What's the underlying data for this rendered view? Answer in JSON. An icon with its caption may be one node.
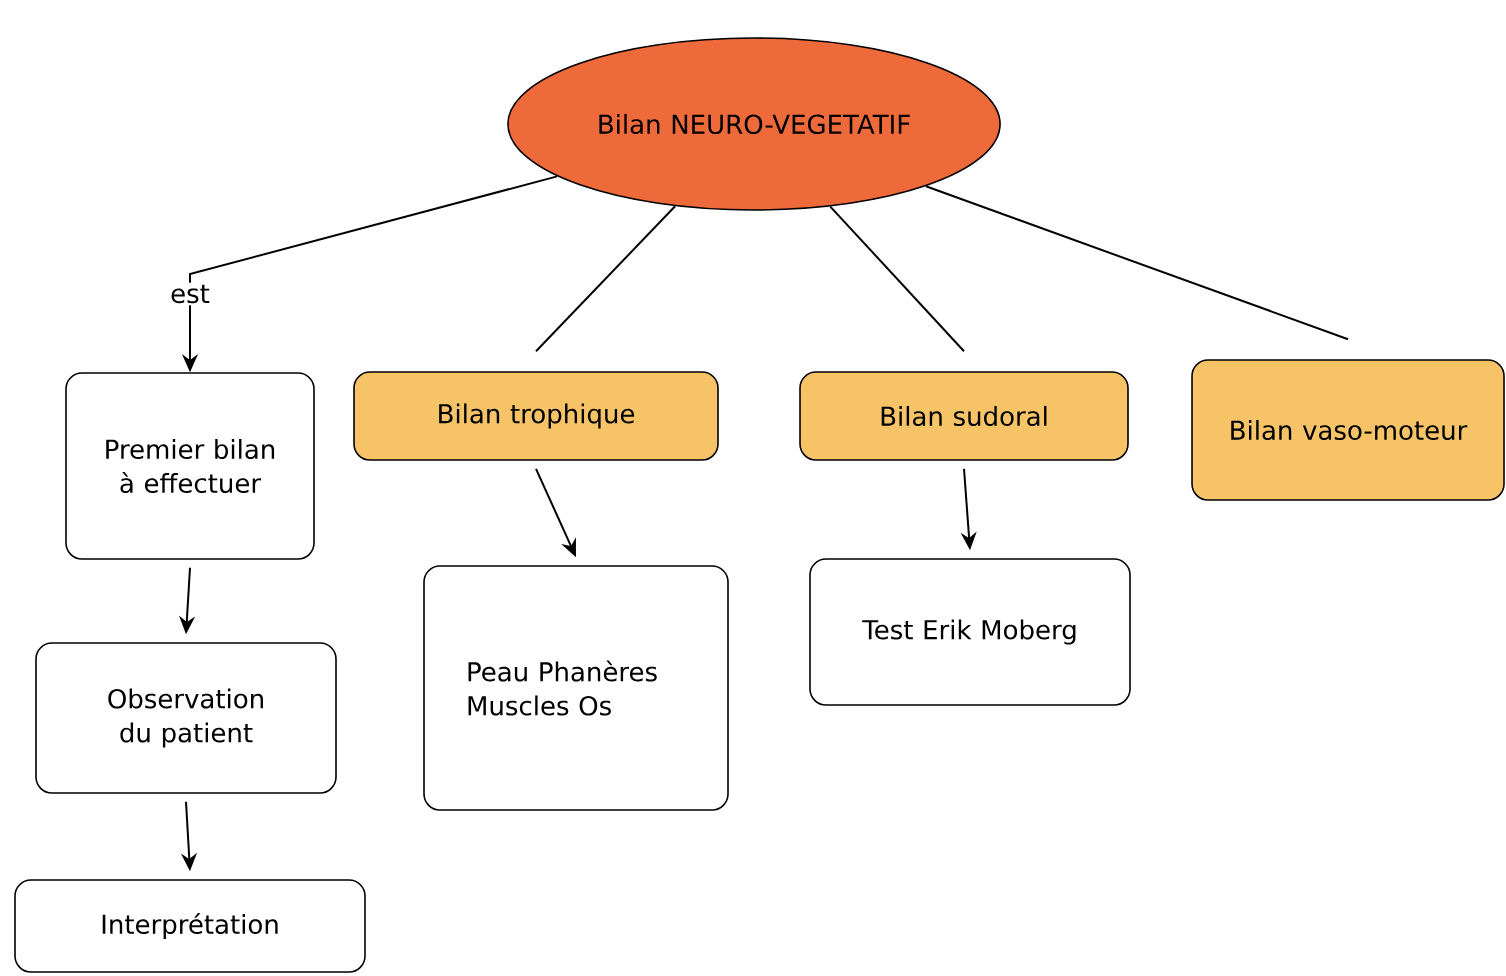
{
  "diagram": {
    "nodes": [
      {
        "text": [
          "Bilan NEURO-VEGETATIF"
        ]
      },
      {
        "text": [
          "Premier bilan à effectuer"
        ]
      },
      {
        "text": [
          "Bilan trophique"
        ]
      },
      {
        "text": [
          "Bilan sudoral"
        ]
      },
      {
        "text": [
          "Bilan vaso-moteur"
        ]
      },
      {
        "text": [
          "Observation du patient"
        ]
      },
      {
        "text": [
          "Interprétation"
        ]
      },
      {
        "text": [
          "Peau Phanères Muscles Os"
        ]
      },
      {
        "text": [
          "Test Erik Moberg"
        ]
      }
    ],
    "edges": [
      {
        "from": 0,
        "to": 1,
        "arrow": "to",
        "label": "est"
      },
      {
        "from": 0,
        "to": 2,
        "arrow": "none"
      },
      {
        "from": 0,
        "to": 3,
        "arrow": "none"
      },
      {
        "from": 0,
        "to": 4,
        "arrow": "none"
      },
      {
        "from": 1,
        "to": 5,
        "arrow": "to"
      },
      {
        "from": 5,
        "to": 6,
        "arrow": "to"
      },
      {
        "from": 2,
        "to": 7,
        "arrow": "to"
      },
      {
        "from": 3,
        "to": 8,
        "arrow": "to"
      }
    ]
  }
}
